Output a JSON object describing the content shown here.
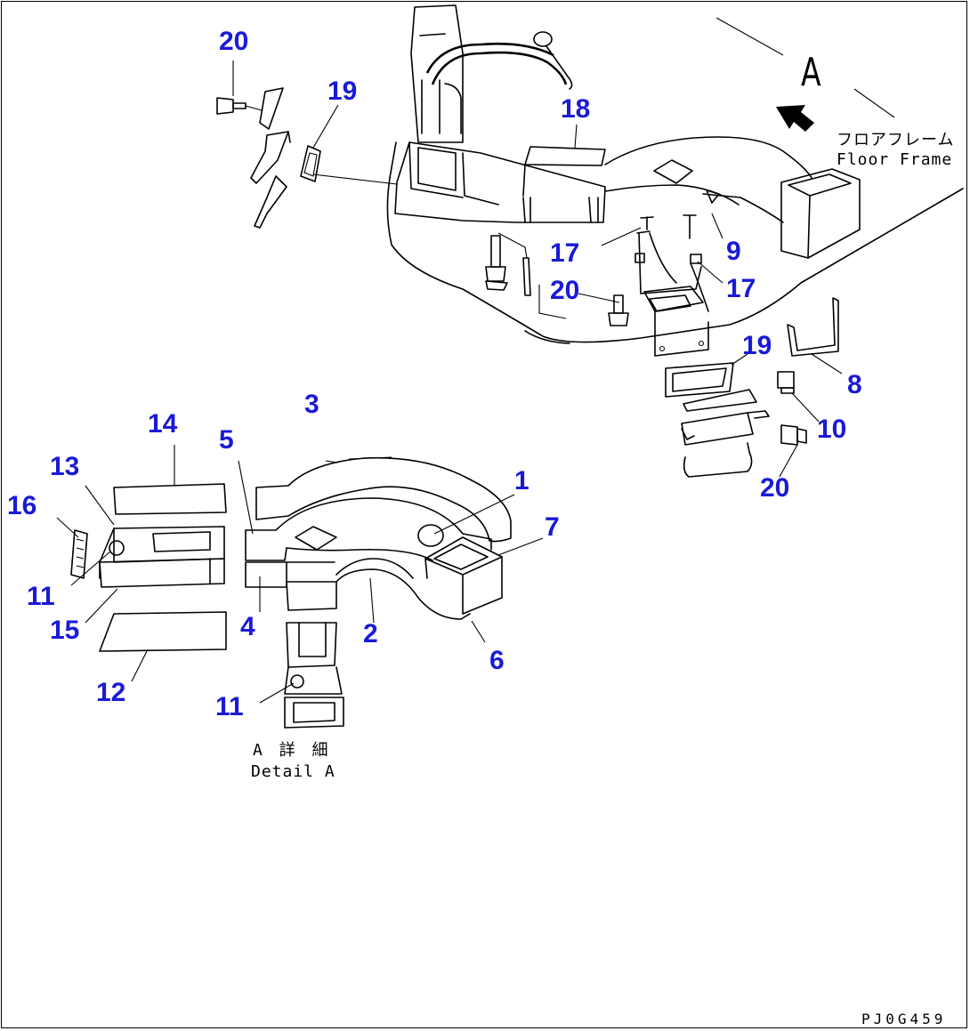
{
  "view_label": "A",
  "floor_frame": {
    "jp": "フロアフレーム",
    "en": "Floor Frame"
  },
  "detail_caption": {
    "jp": "A 詳 細",
    "en": "Detail A"
  },
  "drawing_code": "PJ0G459",
  "colors": {
    "callout": "#1a1ad6",
    "line": "#000000"
  },
  "callouts": {
    "c1": "1",
    "c2": "2",
    "c3": "3",
    "c4": "4",
    "c5": "5",
    "c6": "6",
    "c7": "7",
    "c8": "8",
    "c9": "9",
    "c10": "10",
    "c11a": "11",
    "c11b": "11",
    "c12": "12",
    "c13": "13",
    "c14": "14",
    "c15": "15",
    "c16": "16",
    "c17a": "17",
    "c17b": "17",
    "c18": "18",
    "c19a": "19",
    "c19b": "19",
    "c20a": "20",
    "c20b": "20",
    "c20c": "20"
  }
}
